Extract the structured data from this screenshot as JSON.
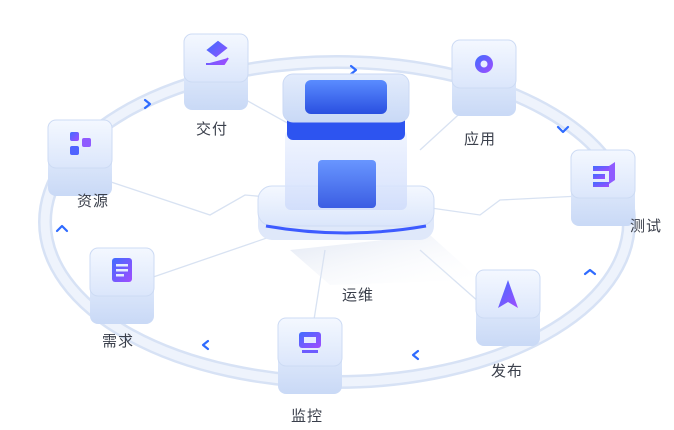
{
  "center": {
    "label": "运维",
    "accent": "#3d6bff"
  },
  "nodes": [
    {
      "id": "delivery",
      "label": "交付",
      "icon": "delivery-icon"
    },
    {
      "id": "app",
      "label": "应用",
      "icon": "application-icon"
    },
    {
      "id": "test",
      "label": "测试",
      "icon": "test-icon"
    },
    {
      "id": "release",
      "label": "发布",
      "icon": "release-icon"
    },
    {
      "id": "monitor",
      "label": "监控",
      "icon": "monitor-icon"
    },
    {
      "id": "demand",
      "label": "需求",
      "icon": "requirement-icon"
    },
    {
      "id": "resources",
      "label": "资源",
      "icon": "resources-icon"
    }
  ],
  "colors": {
    "ring": "#e6eefb",
    "ring_edge": "#d3e0f5",
    "arrow": "#2f6bff",
    "cube": "#dce8fb",
    "icon_a": "#4f63ff",
    "icon_b": "#9b4dff"
  }
}
